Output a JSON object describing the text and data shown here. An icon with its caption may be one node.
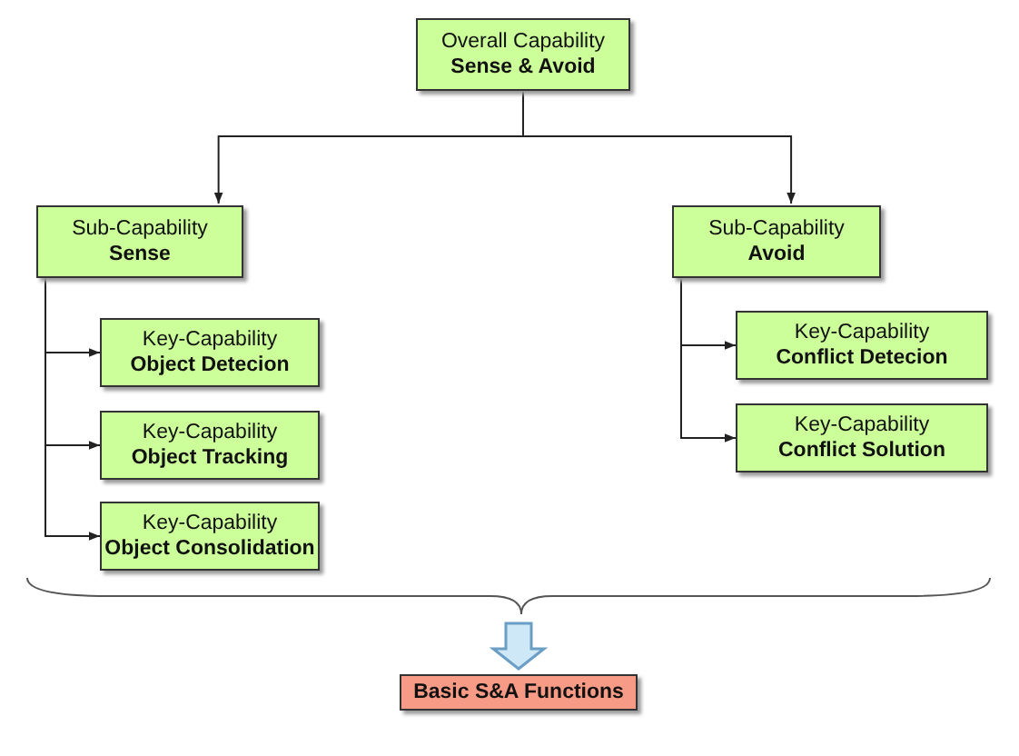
{
  "diagram": {
    "nodes": [
      {
        "text": [
          "Overall Capability",
          "Sense & Avoid"
        ]
      },
      {
        "text": [
          "Sub-Capability",
          "Sense"
        ]
      },
      {
        "text": [
          "Sub-Capability",
          "Avoid"
        ]
      },
      {
        "text": [
          "Key-Capability",
          "Object Detecion"
        ]
      },
      {
        "text": [
          "Key-Capability",
          "Object Tracking"
        ]
      },
      {
        "text": [
          "Key-Capability",
          "Object Consolidation"
        ]
      },
      {
        "text": [
          "Key-Capability",
          "Conflict Detecion"
        ]
      },
      {
        "text": [
          "Key-Capability",
          "Conflict Solution"
        ]
      },
      {
        "text": [
          "Basic S&A Functions"
        ]
      }
    ],
    "edges": [
      {
        "from": 0,
        "to": 1,
        "arrow": "to"
      },
      {
        "from": 0,
        "to": 2,
        "arrow": "to"
      },
      {
        "from": 1,
        "to": 3,
        "arrow": "to"
      },
      {
        "from": 1,
        "to": 4,
        "arrow": "to"
      },
      {
        "from": 1,
        "to": 5,
        "arrow": "to"
      },
      {
        "from": 2,
        "to": 6,
        "arrow": "to"
      },
      {
        "from": 2,
        "to": 7,
        "arrow": "to"
      },
      {
        "from": null,
        "to": 8,
        "arrow": "to",
        "style": "thick"
      }
    ]
  }
}
